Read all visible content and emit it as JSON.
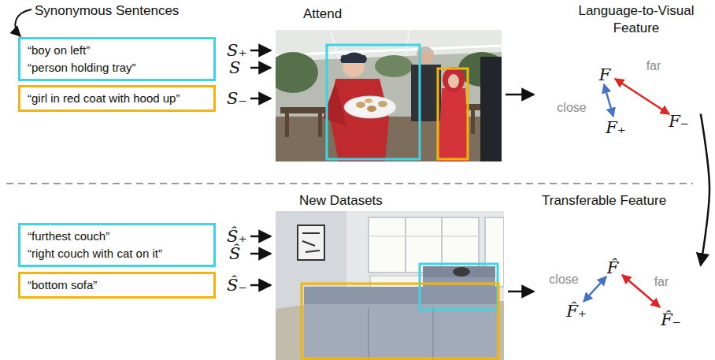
{
  "diagram": {
    "nodes": [
      {
        "text": [
          "“boy on left”",
          "“person holding tray”"
        ]
      },
      {
        "text": [
          "“girl in red coat with hood up”"
        ]
      },
      {
        "text": [
          "F",
          "close",
          "far",
          "F₊",
          "F₋"
        ]
      },
      {
        "text": [
          "“furthest couch”",
          "“right couch with cat on it”"
        ]
      },
      {
        "text": [
          "“bottom sofa”"
        ]
      },
      {
        "text": [
          "F̂",
          "close",
          "far",
          "F̂₊",
          "F̂₋"
        ]
      }
    ],
    "edges": [
      {
        "from": 2,
        "to": 5,
        "arrow": "to"
      }
    ],
    "labels": [
      "Synonymous Sentences",
      "S₊",
      "S",
      "S₋",
      "Attend",
      "Language-to-Visual Feature",
      "New Datasets",
      "Ŝ₊",
      "Ŝ",
      "Ŝ₋",
      "Transferable Feature"
    ]
  }
}
